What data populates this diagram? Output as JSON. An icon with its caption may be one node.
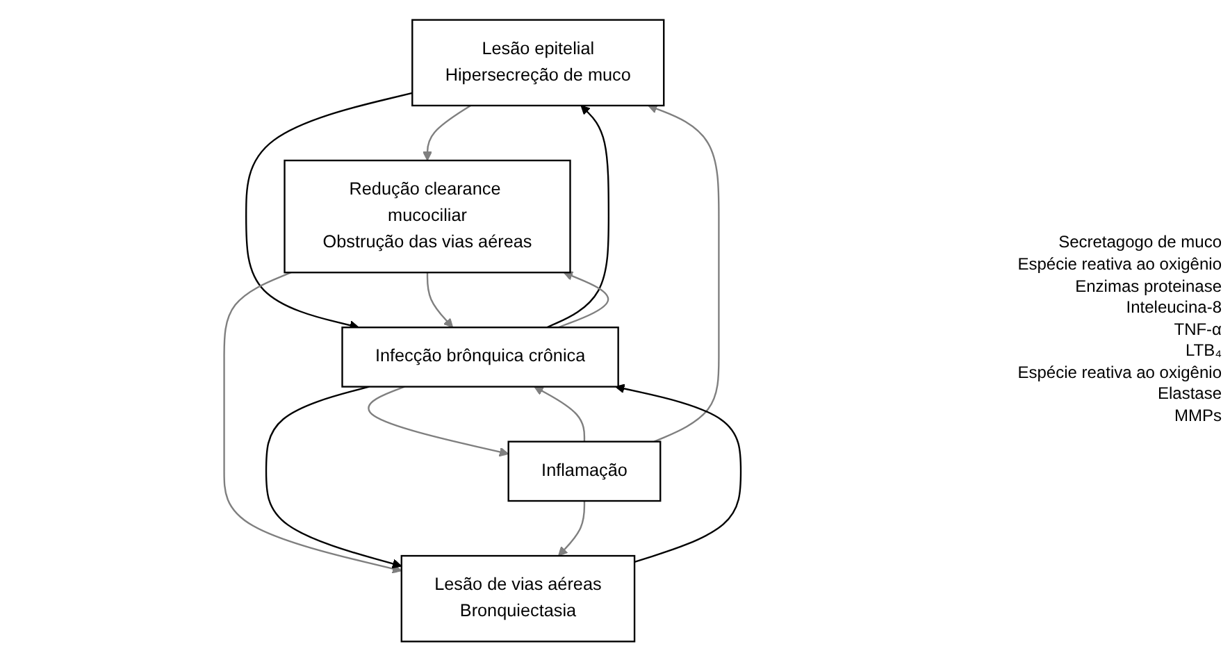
{
  "diagram": {
    "nodes": [
      {
        "text": [
          "Lesão epitelial",
          "Hipersecreção de muco"
        ]
      },
      {
        "text": [
          "Redução clearance mucociliar",
          "Obstrução das vias aéreas"
        ]
      },
      {
        "text": [
          "Infecção brônquica crônica"
        ]
      },
      {
        "text": [
          "Inflamação"
        ]
      },
      {
        "text": [
          "Lesão de vias aéreas",
          "Bronquiectasia"
        ]
      }
    ],
    "edges": [
      {
        "from": 0,
        "to": 1,
        "arrow": "to"
      },
      {
        "from": 0,
        "to": 2,
        "arrow": "to",
        "color": "#000000"
      },
      {
        "from": 2,
        "to": 0,
        "arrow": "to",
        "color": "#000000"
      },
      {
        "from": 2,
        "to": 1,
        "arrow": "to"
      },
      {
        "from": 1,
        "to": 2,
        "arrow": "to"
      },
      {
        "from": 3,
        "to": 2,
        "arrow": "to"
      },
      {
        "from": 2,
        "to": 3,
        "arrow": "to"
      },
      {
        "from": 3,
        "to": 0,
        "arrow": "to"
      },
      {
        "from": 1,
        "to": 4,
        "arrow": "to"
      },
      {
        "from": 2,
        "to": 4,
        "arrow": "to",
        "color": "#000000"
      },
      {
        "from": 4,
        "to": 2,
        "arrow": "to",
        "color": "#000000"
      },
      {
        "from": 3,
        "to": 4,
        "arrow": "to"
      }
    ],
    "labels": [
      "Secretagogo de muco",
      "Espécie reativa ao oxigênio",
      "Enzimas proteinase",
      "Inteleucina-8",
      "TNF-α",
      "LTB₄",
      "Espécie reativa ao oxigênio",
      "Elastase",
      "MMPs"
    ]
  }
}
